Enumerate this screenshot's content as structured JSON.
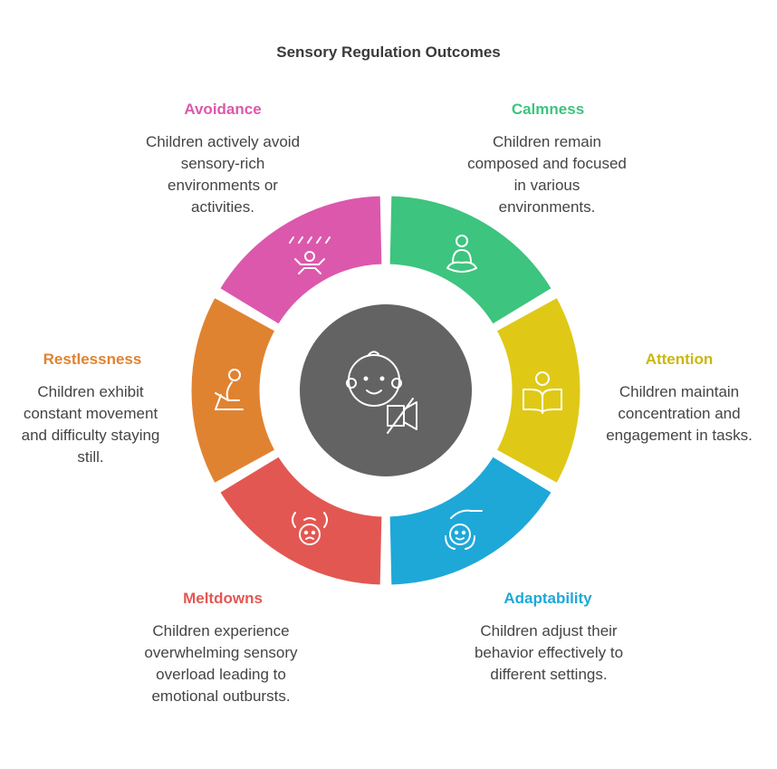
{
  "title": "Sensory Regulation Outcomes",
  "center_icon": "child-face-mute-icon",
  "segments": [
    {
      "id": "calmness",
      "title": "Calmness",
      "color": "#3dc47e",
      "icon": "meditation-icon",
      "description": "Children remain composed and focused in various environments."
    },
    {
      "id": "attention",
      "title": "Attention",
      "color": "#dfc916",
      "icon": "reading-book-icon",
      "description": "Children maintain concentration and engagement in tasks."
    },
    {
      "id": "adaptability",
      "title": "Adaptability",
      "color": "#1ea8d8",
      "icon": "child-care-hand-icon",
      "description": "Children adjust their behavior effectively to different settings."
    },
    {
      "id": "meltdowns",
      "title": "Meltdowns",
      "color": "#e35752",
      "icon": "upset-face-hands-icon",
      "description": "Children experience overwhelming sensory overload leading to emotional outbursts."
    },
    {
      "id": "restlessness",
      "title": "Restlessness",
      "color": "#e08331",
      "icon": "fidgeting-child-icon",
      "description": "Children exhibit constant movement and difficulty staying still."
    },
    {
      "id": "avoidance",
      "title": "Avoidance",
      "color": "#dc58ac",
      "icon": "shielded-child-icon",
      "description": "Children actively avoid sensory-rich environments or activities."
    }
  ],
  "center_color": "#636363"
}
